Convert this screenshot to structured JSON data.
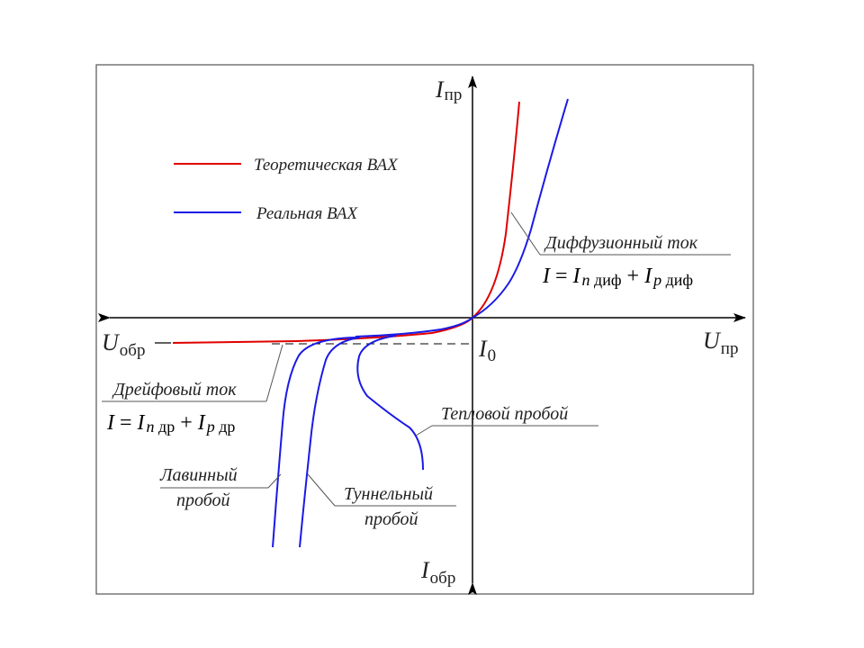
{
  "legend": {
    "theoretical": "Теоретическая ВАХ",
    "real": "Реальная ВАХ"
  },
  "axes": {
    "i_forward": "I",
    "i_forward_sub": "пр",
    "u_forward": "U",
    "u_forward_sub": "пр",
    "u_reverse": "U",
    "u_reverse_sub": "обр",
    "i_reverse": "I",
    "i_reverse_sub": "обр",
    "i0": "I",
    "i0_sub": "0"
  },
  "annotations": {
    "diffusion": "Диффузионный ток",
    "drift": "Дрейфовый ток",
    "thermal": "Тепловой пробой",
    "avalanche_1": "Лавинный",
    "avalanche_2": "пробой",
    "tunnel_1": "Туннельный",
    "tunnel_2": "пробой"
  },
  "formulas": {
    "diffusion": {
      "i": "I",
      "eq": " = ",
      "in": "I",
      "n": "n",
      "n_sub": " диф",
      "plus": " + ",
      "ip": "I",
      "p": "p",
      "p_sub": " диф"
    },
    "drift": {
      "i": "I",
      "eq": " = ",
      "in": "I",
      "n": "n",
      "n_sub": " др",
      "plus": " + ",
      "ip": "I",
      "p": "p",
      "p_sub": " др"
    }
  },
  "colors": {
    "theoretical": "#e00000",
    "real": "#1a1ae6",
    "axis": "#000000",
    "frame": "#555555"
  }
}
